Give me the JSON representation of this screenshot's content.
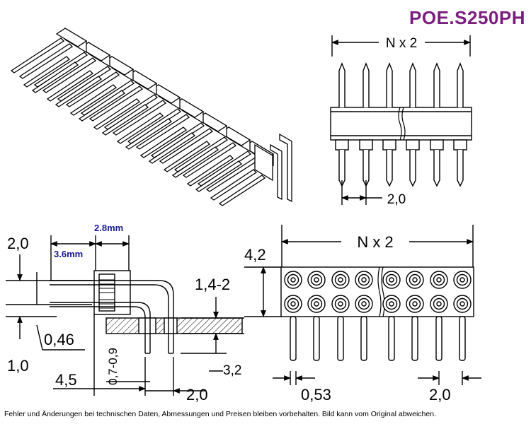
{
  "title": "POE.S250PH",
  "footnote": "Fehler und Änderungen bei technischen Daten, Abmessungen und Preisen bleiben vorbehalten. Bild kann vom Original abweichen.",
  "colors": {
    "title": "#7a1e7e",
    "annotation": "#1a1a8c",
    "line": "#000000"
  },
  "top_view": {
    "pitch_label": "N x 2",
    "spacing_label": "2,0"
  },
  "side_view": {
    "left_top": "2,0",
    "blue_short": "2.8mm",
    "blue_long": "3.6mm",
    "pin_thickness": "0,46",
    "left_bottom": "1,0",
    "bend_offset": "4,5",
    "board_range": "0,7-0,9",
    "pcb_gap": "1,4-2",
    "standoff": "3,2",
    "row_pitch": "2,0"
  },
  "front_view": {
    "pitch_label": "N x 2",
    "height": "4,2",
    "pin_width": "0,53",
    "pitch": "2,0"
  }
}
